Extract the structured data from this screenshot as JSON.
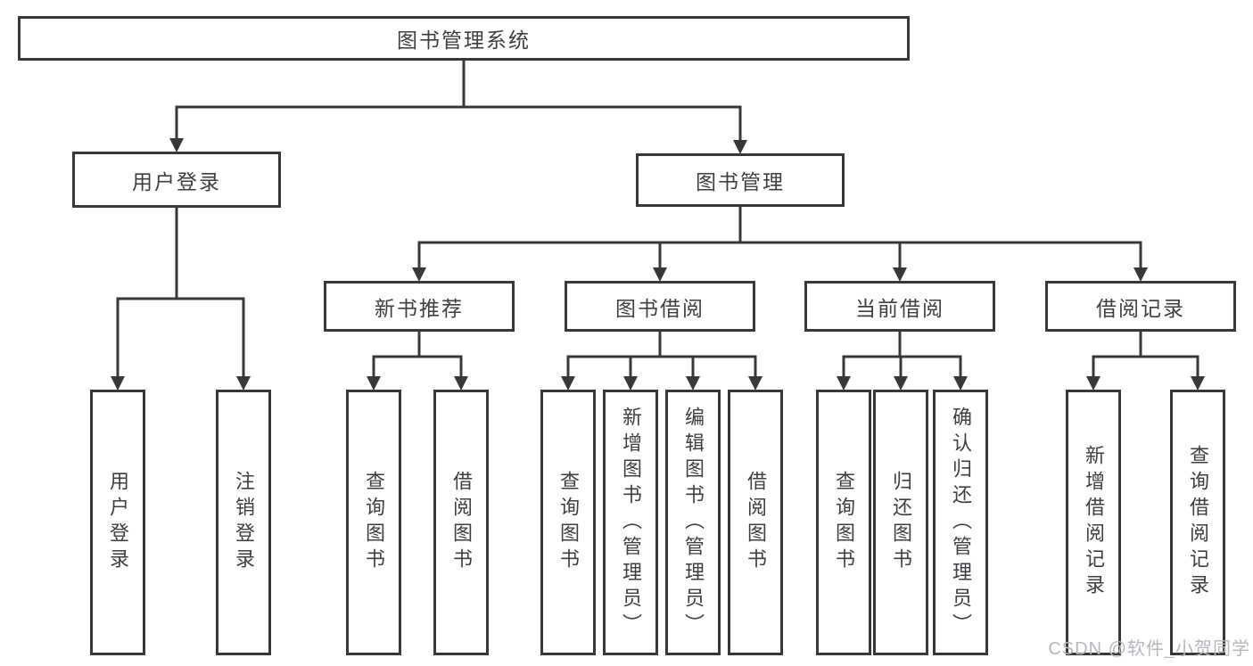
{
  "colors": {
    "background": "#ffffff",
    "line": "#383838",
    "box_border": "#383838",
    "text": "#3d3f42",
    "watermark": "#b4b8bd"
  },
  "watermark": {
    "text": "CSDN @软件_小贺同学"
  },
  "tree": {
    "root": {
      "label": "图书管理系统"
    },
    "children": [
      {
        "label": "用户登录",
        "children": [
          {
            "label": "用户登录"
          },
          {
            "label": "注销登录"
          }
        ]
      },
      {
        "label": "图书管理",
        "children": [
          {
            "label": "新书推荐",
            "children": [
              {
                "label": "查询图书"
              },
              {
                "label": "借阅图书"
              }
            ]
          },
          {
            "label": "图书借阅",
            "children": [
              {
                "label": "查询图书"
              },
              {
                "label": "新增图书（管理员）"
              },
              {
                "label": "编辑图书（管理员）"
              },
              {
                "label": "借阅图书"
              }
            ]
          },
          {
            "label": "当前借阅",
            "children": [
              {
                "label": "查询图书"
              },
              {
                "label": "归还图书"
              },
              {
                "label": "确认归还（管理员）"
              }
            ]
          },
          {
            "label": "借阅记录",
            "children": [
              {
                "label": "新增借阅记录"
              },
              {
                "label": "查询借阅记录"
              }
            ]
          }
        ]
      }
    ]
  }
}
